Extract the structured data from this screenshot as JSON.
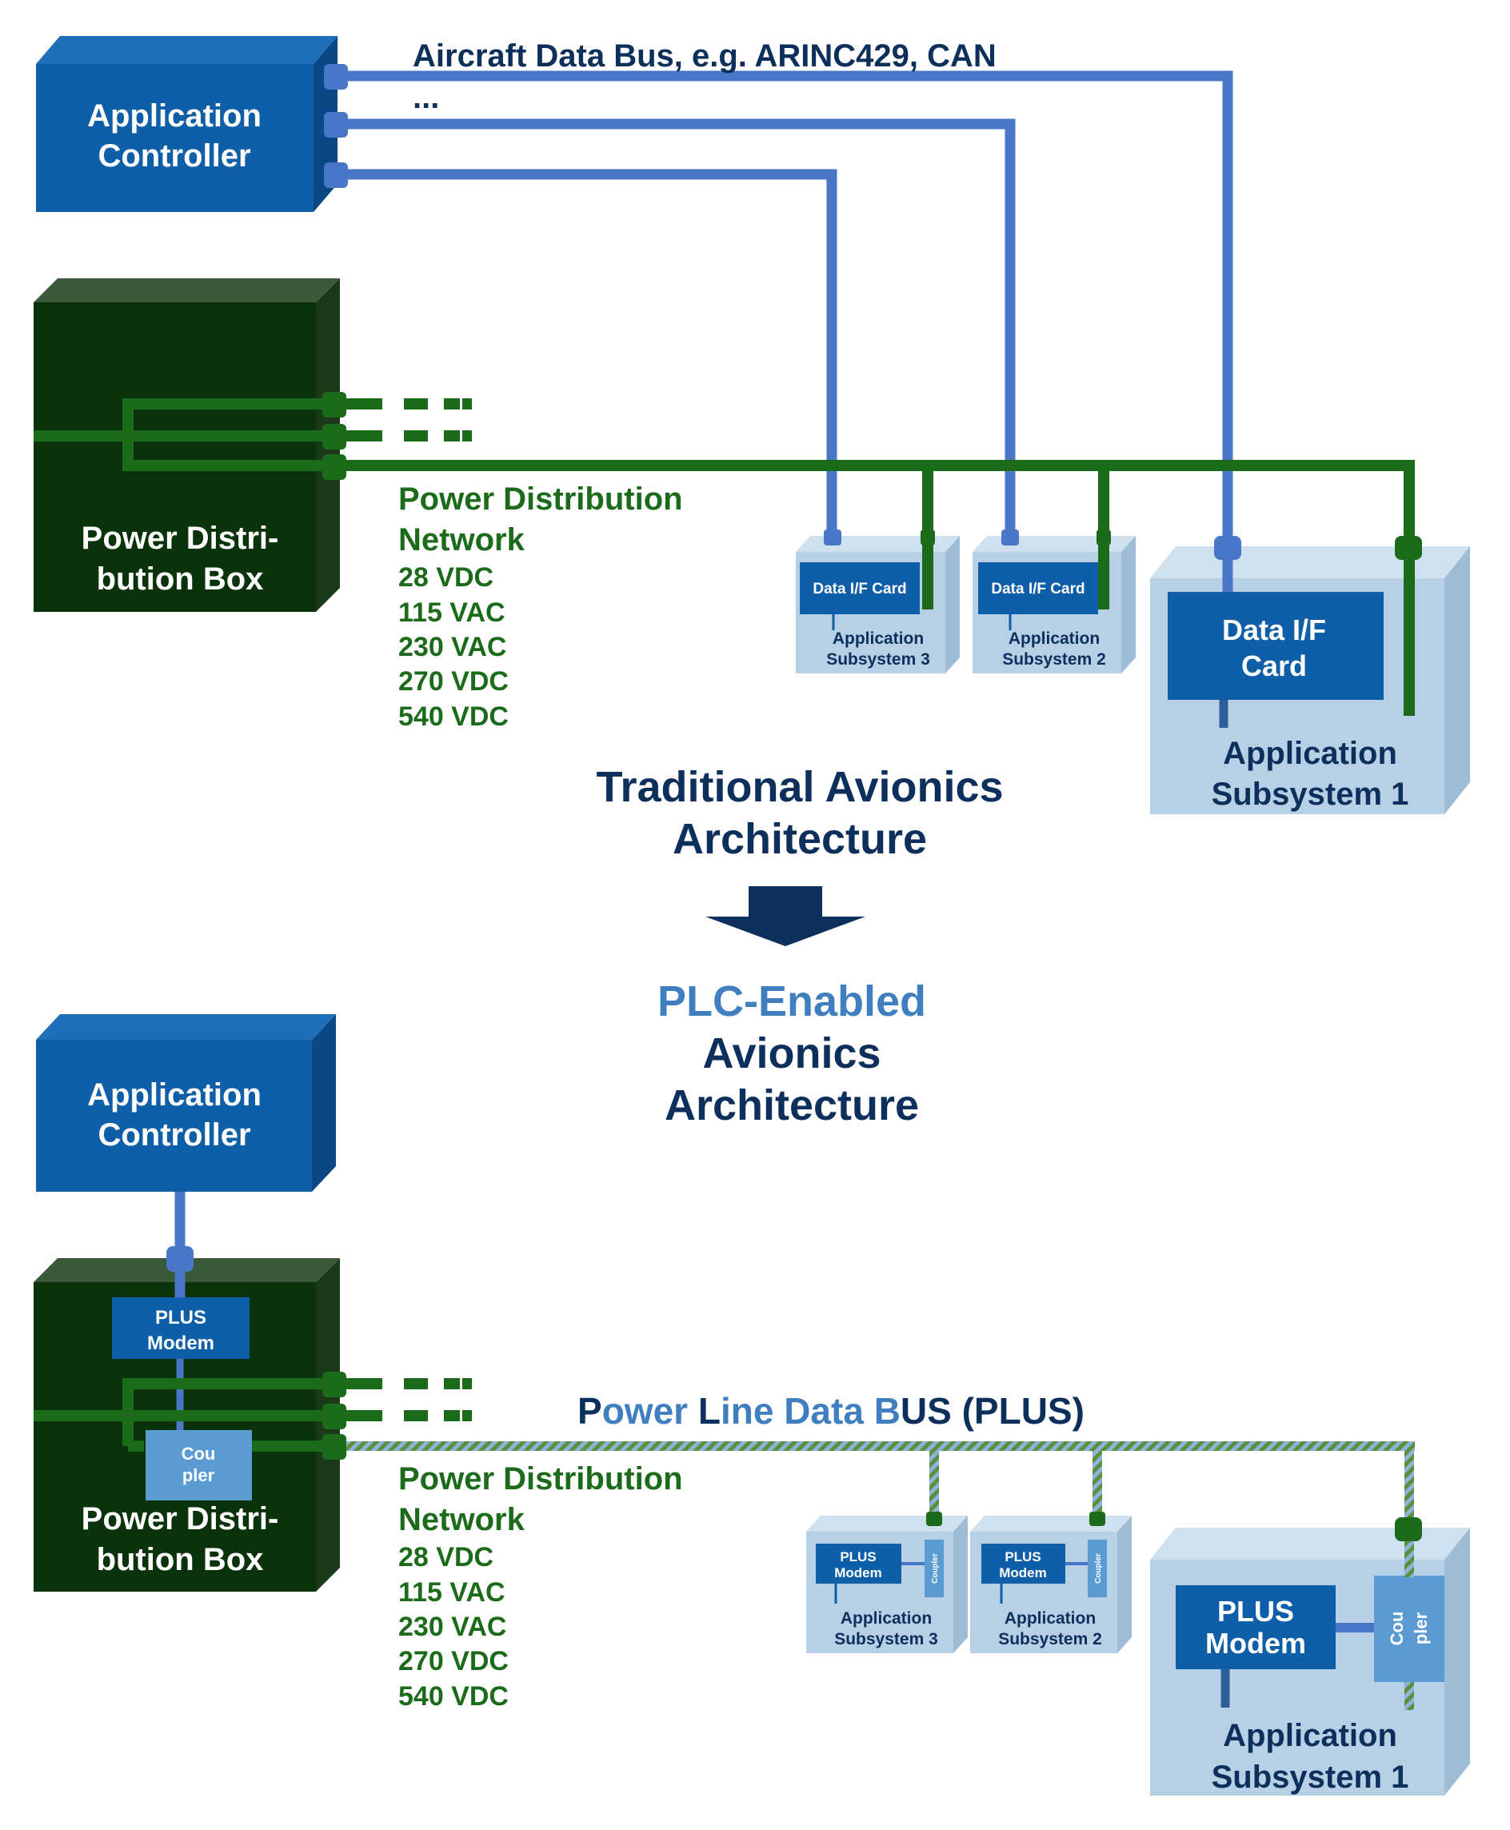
{
  "traditional": {
    "controller": {
      "line1": "Application",
      "line2": "Controller"
    },
    "bus_label": {
      "line1": "Aircraft Data Bus, e.g. ARINC429, CAN",
      "line2": "..."
    },
    "power_box": {
      "line1": "Power Distri-",
      "line2": "bution Box"
    },
    "power_network": {
      "line1": "Power Distribution",
      "line2": "Network",
      "voltages": [
        "28 VDC",
        "115 VAC",
        "230 VAC",
        "270 VDC",
        "540 VDC"
      ]
    },
    "subsystem3": {
      "card": "Data I/F Card",
      "line1": "Application",
      "line2": "Subsystem 3"
    },
    "subsystem2": {
      "card": "Data I/F Card",
      "line1": "Application",
      "line2": "Subsystem 2"
    },
    "subsystem1": {
      "card_line1": "Data I/F",
      "card_line2": "Card",
      "line1": "Application",
      "line2": "Subsystem 1"
    },
    "title": {
      "line1": "Traditional Avionics",
      "line2": "Architecture"
    }
  },
  "plc": {
    "title": {
      "line1": "PLC-Enabled",
      "line2": "Avionics",
      "line3": "Architecture"
    },
    "controller": {
      "line1": "Application",
      "line2": "Controller"
    },
    "modem": {
      "line1": "PLUS",
      "line2": "Modem"
    },
    "coupler": {
      "line1": "Cou",
      "line2": "pler"
    },
    "power_box": {
      "line1": "Power Distri-",
      "line2": "bution Box"
    },
    "bus_title": {
      "p1": "P",
      "p2": "ower ",
      "p3": "L",
      "p4": "ine ",
      "p5": "Data B",
      "p6": "US (PLUS)"
    },
    "power_network": {
      "line1": "Power Distribution",
      "line2": "Network",
      "voltages": [
        "28 VDC",
        "115 VAC",
        "230 VAC",
        "270 VDC",
        "540 VDC"
      ]
    },
    "subsystem3": {
      "modem_line1": "PLUS",
      "modem_line2": "Modem",
      "coupler": "Coupler",
      "line1": "Application",
      "line2": "Subsystem 3"
    },
    "subsystem2": {
      "modem_line1": "PLUS",
      "modem_line2": "Modem",
      "coupler": "Coupler",
      "line1": "Application",
      "line2": "Subsystem 2"
    },
    "subsystem1": {
      "modem_line1": "PLUS",
      "modem_line2": "Modem",
      "coupler_line1": "Cou",
      "coupler_line2": "pler",
      "line1": "Application",
      "line2": "Subsystem 1"
    }
  },
  "colors": {
    "controller_blue": "#0f5fa8",
    "power_green_dark": "#0b330b",
    "wire_green": "#1b6b1b",
    "wire_blue": "#4a76c7",
    "subsystem_light": "#b7d0e6",
    "card_blue": "#0f5fa8",
    "coupler_blue": "#5a9bd3",
    "title_navy": "#0c2f5b",
    "title_blue": "#3f7fc0"
  }
}
